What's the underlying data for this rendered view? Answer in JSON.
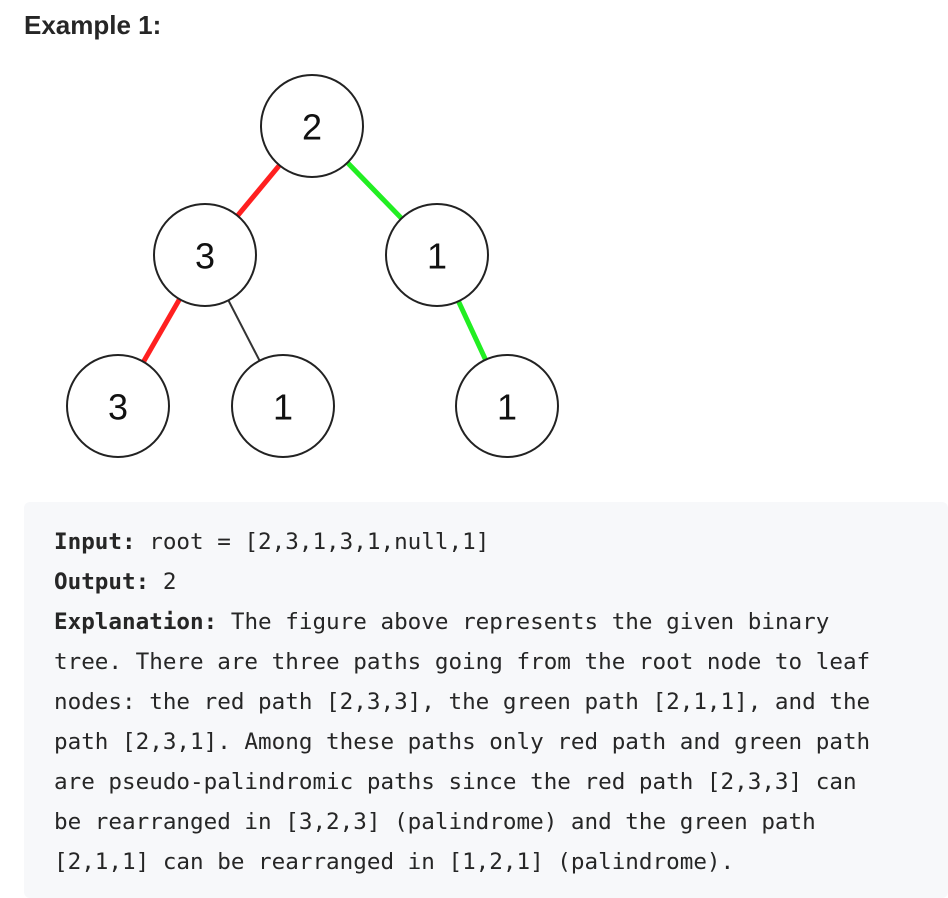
{
  "heading": "Example 1:",
  "tree": {
    "nodes": [
      {
        "id": "n0",
        "label": "2"
      },
      {
        "id": "n1",
        "label": "3"
      },
      {
        "id": "n2",
        "label": "1"
      },
      {
        "id": "n3",
        "label": "3"
      },
      {
        "id": "n4",
        "label": "1"
      },
      {
        "id": "n5",
        "label": "1"
      }
    ],
    "edges": [
      {
        "from": "n0",
        "to": "n1",
        "color": "#ff2020"
      },
      {
        "from": "n0",
        "to": "n2",
        "color": "#22ee22"
      },
      {
        "from": "n1",
        "to": "n3",
        "color": "#ff2020"
      },
      {
        "from": "n1",
        "to": "n4",
        "color": "#333333"
      },
      {
        "from": "n2",
        "to": "n5",
        "color": "#22ee22"
      }
    ]
  },
  "example": {
    "input_label": "Input:",
    "input_value": " root = [2,3,1,3,1,null,1]",
    "output_label": "Output:",
    "output_value": " 2",
    "explanation_label": "Explanation:",
    "explanation_lines": [
      " The figure above represents the given binary",
      "tree. There are three paths going from the root node to leaf",
      "nodes: the red path [2,3,3], the green path [2,1,1], and the",
      "path [2,3,1]. Among these paths only red path and green path",
      "are pseudo-palindromic paths since the red path [2,3,3] can",
      "be rearranged in [3,2,3] (palindrome) and the green path",
      "[2,1,1] can be rearranged in [1,2,1] (palindrome)."
    ]
  }
}
